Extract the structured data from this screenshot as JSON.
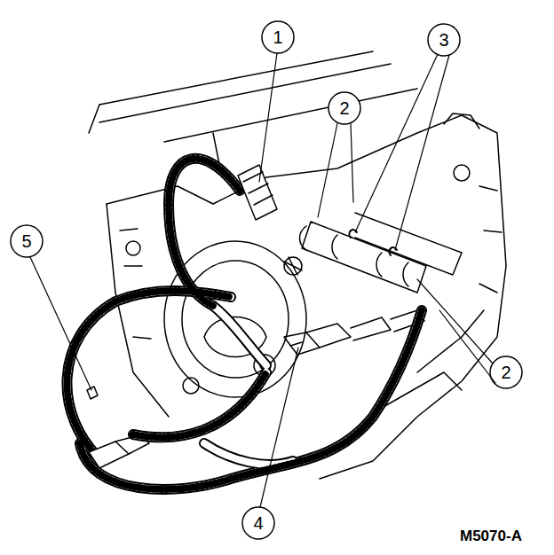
{
  "diagram": {
    "labels": [
      "1",
      "3",
      "2",
      "5",
      "2",
      "4",
      "M5070-A"
    ]
  }
}
